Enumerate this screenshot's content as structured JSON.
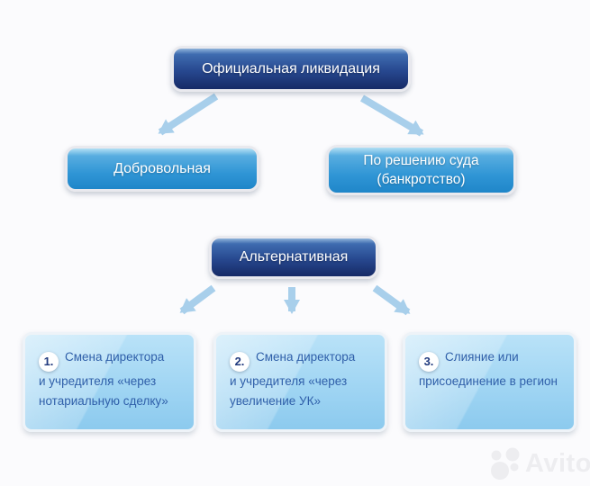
{
  "flowchart": {
    "root": {
      "label": "Официальная ликвидация"
    },
    "voluntary": {
      "label": "Добровольная"
    },
    "court": {
      "line1": "По решению суда",
      "line2": "(банкротство)"
    },
    "alternative": {
      "label": "Альтернативная"
    },
    "cards": [
      {
        "number": "1.",
        "line1": "Смена директора",
        "line2": "и учредителя «через",
        "line3": "нотариальную сделку»"
      },
      {
        "number": "2.",
        "line1": "Смена директора",
        "line2": "и учредителя «через",
        "line3": "увеличение УК»"
      },
      {
        "number": "3.",
        "line1": "Слияние или",
        "line2": "присоединение в регион",
        "line3": ""
      }
    ]
  },
  "watermark": {
    "brand": "Avito"
  },
  "colors": {
    "background": "#fbfbfd",
    "dark_box_top": "#3f6cb0",
    "dark_box_bottom": "#162a66",
    "mid_box_top": "#58ade0",
    "mid_box_bottom": "#1f86c9",
    "card_top": "#b9e2f8",
    "card_bottom": "#8ccaee",
    "card_text": "#2f5fa9",
    "arrow": "#a8cfeb",
    "box_border": "#e9e9ee",
    "watermark": "#ededf0"
  }
}
